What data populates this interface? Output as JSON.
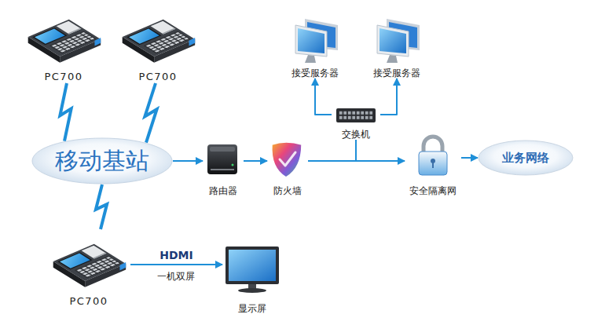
{
  "diagram": {
    "nodes": [
      {
        "text": [
          "PC700"
        ]
      },
      {
        "text": [
          "PC700"
        ]
      },
      {
        "text": [
          "移动基站"
        ]
      },
      {
        "text": [
          "PC700"
        ]
      },
      {
        "text": [
          "显示屏"
        ]
      },
      {
        "text": [
          "路由器"
        ]
      },
      {
        "text": [
          "防火墙"
        ]
      },
      {
        "text": [
          "交换机"
        ]
      },
      {
        "text": [
          "接受服务器"
        ]
      },
      {
        "text": [
          "接受服务器"
        ]
      },
      {
        "text": [
          "安全隔离网"
        ]
      },
      {
        "text": [
          "业务网络"
        ]
      }
    ],
    "edges": [
      {
        "from": 0,
        "to": 2,
        "arrow": "none"
      },
      {
        "from": 1,
        "to": 2,
        "arrow": "none"
      },
      {
        "from": 2,
        "to": 3,
        "arrow": "none"
      },
      {
        "from": 3,
        "to": 4,
        "label": "HDMI",
        "arrow": "to"
      },
      {
        "from": 2,
        "to": 5,
        "arrow": "to"
      },
      {
        "from": 5,
        "to": 6,
        "arrow": "to"
      },
      {
        "from": 6,
        "to": 10,
        "arrow": "to"
      },
      {
        "from": 6,
        "to": 7,
        "arrow": "none"
      },
      {
        "from": 7,
        "to": 8,
        "arrow": "to"
      },
      {
        "from": 7,
        "to": 9,
        "arrow": "to"
      },
      {
        "from": 10,
        "to": 11,
        "arrow": "to"
      }
    ],
    "labels": [
      "一机双屏"
    ]
  }
}
